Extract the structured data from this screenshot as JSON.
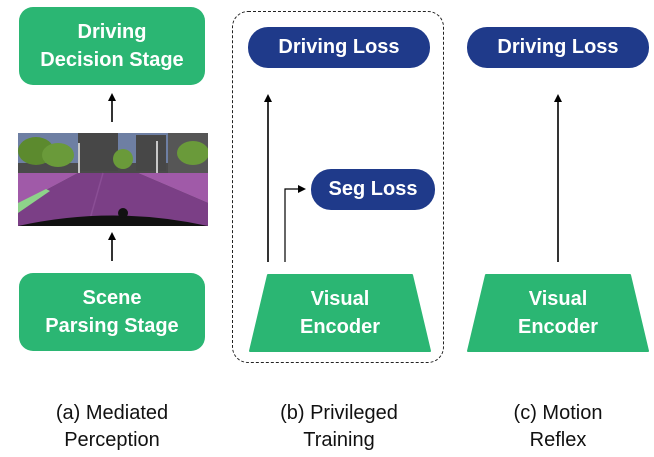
{
  "colors": {
    "green": "#2bb673",
    "navy": "#1f3a8a",
    "arrow": "#000000"
  },
  "panel_a": {
    "top_box": {
      "line1": "Driving",
      "line2": "Decision Stage"
    },
    "bottom_box": {
      "line1": "Scene",
      "line2": "Parsing Stage"
    },
    "caption": {
      "line1": "(a) Mediated",
      "line2": "Perception"
    }
  },
  "panel_b": {
    "driving_loss": "Driving Loss",
    "seg_loss": "Seg Loss",
    "encoder": {
      "line1": "Visual",
      "line2": "Encoder"
    },
    "caption": {
      "line1": "(b) Privileged",
      "line2": "Training"
    }
  },
  "panel_c": {
    "driving_loss": "Driving Loss",
    "encoder": {
      "line1": "Visual",
      "line2": "Encoder"
    },
    "caption": {
      "line1": "(c) Motion",
      "line2": "Reflex"
    }
  },
  "scene_image": {
    "description_icon": "segmented-road-scene-image"
  }
}
